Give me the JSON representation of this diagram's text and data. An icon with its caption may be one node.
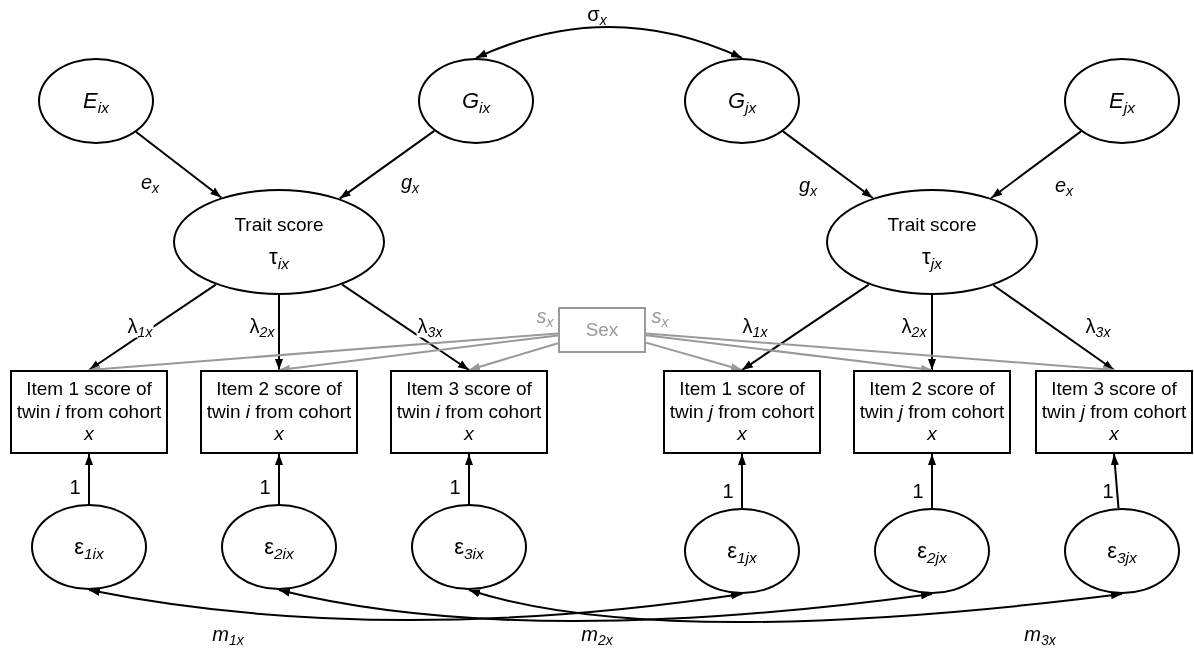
{
  "diagram": {
    "nodes": [
      {
        "text": [
          "*E*$_{ix}$"
        ]
      },
      {
        "text": [
          "*G*$_{ix}$"
        ]
      },
      {
        "text": [
          "*G*$_{jx}$"
        ]
      },
      {
        "text": [
          "*E*$_{jx}$"
        ]
      },
      {
        "text": [
          "Trait score",
          "τ$_{ix}$"
        ]
      },
      {
        "text": [
          "Trait score",
          "τ$_{jx}$"
        ]
      },
      {
        "text": [
          "Sex"
        ]
      },
      {
        "text": [
          "Item 1 score of twin *i* from cohort *x*"
        ]
      },
      {
        "text": [
          "Item 2 score of twin *i* from cohort *x*"
        ]
      },
      {
        "text": [
          "Item 3 score of twin *i* from cohort *x*"
        ]
      },
      {
        "text": [
          "Item 1 score of twin *j* from cohort *x*"
        ]
      },
      {
        "text": [
          "Item 2 score of twin *j* from cohort *x*"
        ]
      },
      {
        "text": [
          "Item 3 score of twin *j* from cohort *x*"
        ]
      },
      {
        "text": [
          "ε$_{1ix}$"
        ]
      },
      {
        "text": [
          "ε$_{2ix}$"
        ]
      },
      {
        "text": [
          "ε$_{3ix}$"
        ]
      },
      {
        "text": [
          "ε$_{1jx}$"
        ]
      },
      {
        "text": [
          "ε$_{2jx}$"
        ]
      },
      {
        "text": [
          "ε$_{3jx}$"
        ]
      }
    ],
    "edges": [
      {
        "from": 1,
        "to": 2,
        "arrow": "both",
        "label": "σ$_{x}$"
      },
      {
        "from": 0,
        "to": 4,
        "arrow": "to",
        "label": "*e*$_{x}$"
      },
      {
        "from": 1,
        "to": 4,
        "arrow": "to",
        "label": "*g*$_{x}$"
      },
      {
        "from": 2,
        "to": 5,
        "arrow": "to",
        "label": "*g*$_{x}$"
      },
      {
        "from": 3,
        "to": 5,
        "arrow": "to",
        "label": "*e*$_{x}$"
      },
      {
        "from": 4,
        "to": 7,
        "arrow": "to",
        "label": "λ$_{1x}$"
      },
      {
        "from": 4,
        "to": 8,
        "arrow": "to",
        "label": "λ$_{2x}$"
      },
      {
        "from": 4,
        "to": 9,
        "arrow": "to",
        "label": "λ$_{3x}$"
      },
      {
        "from": 5,
        "to": 10,
        "arrow": "to",
        "label": "λ$_{1x}$"
      },
      {
        "from": 5,
        "to": 11,
        "arrow": "to",
        "label": "λ$_{2x}$"
      },
      {
        "from": 5,
        "to": 12,
        "arrow": "to",
        "label": "λ$_{3x}$"
      },
      {
        "from": 6,
        "to": 7,
        "arrow": "to",
        "color": "#999999"
      },
      {
        "from": 6,
        "to": 8,
        "arrow": "to",
        "color": "#999999"
      },
      {
        "from": 6,
        "to": 9,
        "arrow": "to",
        "color": "#999999",
        "label": "*s*$_{x}$"
      },
      {
        "from": 6,
        "to": 10,
        "arrow": "to",
        "color": "#999999",
        "label": "*s*$_{x}$"
      },
      {
        "from": 6,
        "to": 11,
        "arrow": "to",
        "color": "#999999"
      },
      {
        "from": 6,
        "to": 12,
        "arrow": "to",
        "color": "#999999"
      },
      {
        "from": 13,
        "to": 7,
        "arrow": "to",
        "label": "1"
      },
      {
        "from": 14,
        "to": 8,
        "arrow": "to",
        "label": "1"
      },
      {
        "from": 15,
        "to": 9,
        "arrow": "to",
        "label": "1"
      },
      {
        "from": 16,
        "to": 10,
        "arrow": "to",
        "label": "1"
      },
      {
        "from": 17,
        "to": 11,
        "arrow": "to",
        "label": "1"
      },
      {
        "from": 18,
        "to": 12,
        "arrow": "to",
        "label": "1"
      },
      {
        "from": 13,
        "to": 16,
        "arrow": "both",
        "label": "*m*$_{1x}$"
      },
      {
        "from": 14,
        "to": 17,
        "arrow": "both",
        "label": "*m*$_{2x}$"
      },
      {
        "from": 15,
        "to": 18,
        "arrow": "both",
        "label": "*m*$_{3x}$"
      }
    ]
  }
}
